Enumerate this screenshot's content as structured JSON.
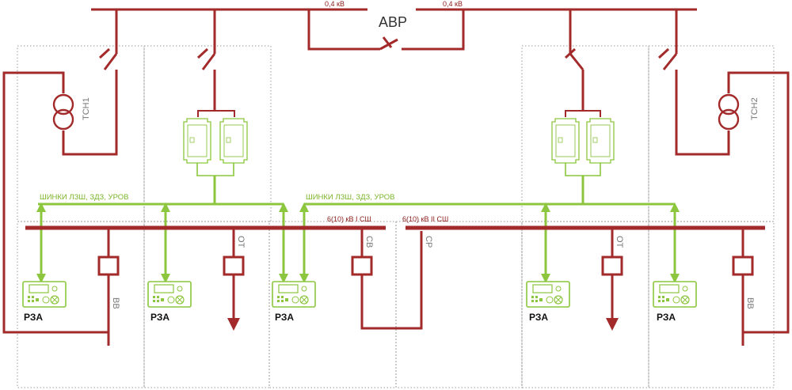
{
  "colors": {
    "power": "#a32a2a",
    "signal": "#8cc63e",
    "frame": "#9a9a9a",
    "text_gray": "#777777"
  },
  "labels": {
    "avr": "АВР",
    "v04_left": "0,4 кВ",
    "v04_right": "0,4 кВ",
    "tsn1": "ТСН1",
    "tsn2": "ТСН2",
    "bus_signals_left": "ШИНКИ ЛЗШ, ЗДЗ, УРОВ",
    "bus_signals_right": "ШИНКИ ЛЗШ, ЗДЗ, УРОВ",
    "bus1": "6(10) кВ I СШ",
    "bus2": "6(10) кВ II СШ",
    "vv_left": "ВВ",
    "vv_right": "ВВ",
    "ot_left": "ОТ",
    "ot_right": "ОТ",
    "sv": "СВ",
    "sr": "СР",
    "rza_1": "РЗА",
    "rza_2": "РЗА",
    "rza_3": "РЗА",
    "rza_4": "РЗА",
    "rza_5": "РЗА"
  },
  "icons": {
    "transformer": "transformer-icon",
    "breaker": "breaker-icon",
    "switch": "switch-icon",
    "relay": "relay-terminal-icon",
    "arc_sensor": "arc-sensor-module-icon"
  }
}
